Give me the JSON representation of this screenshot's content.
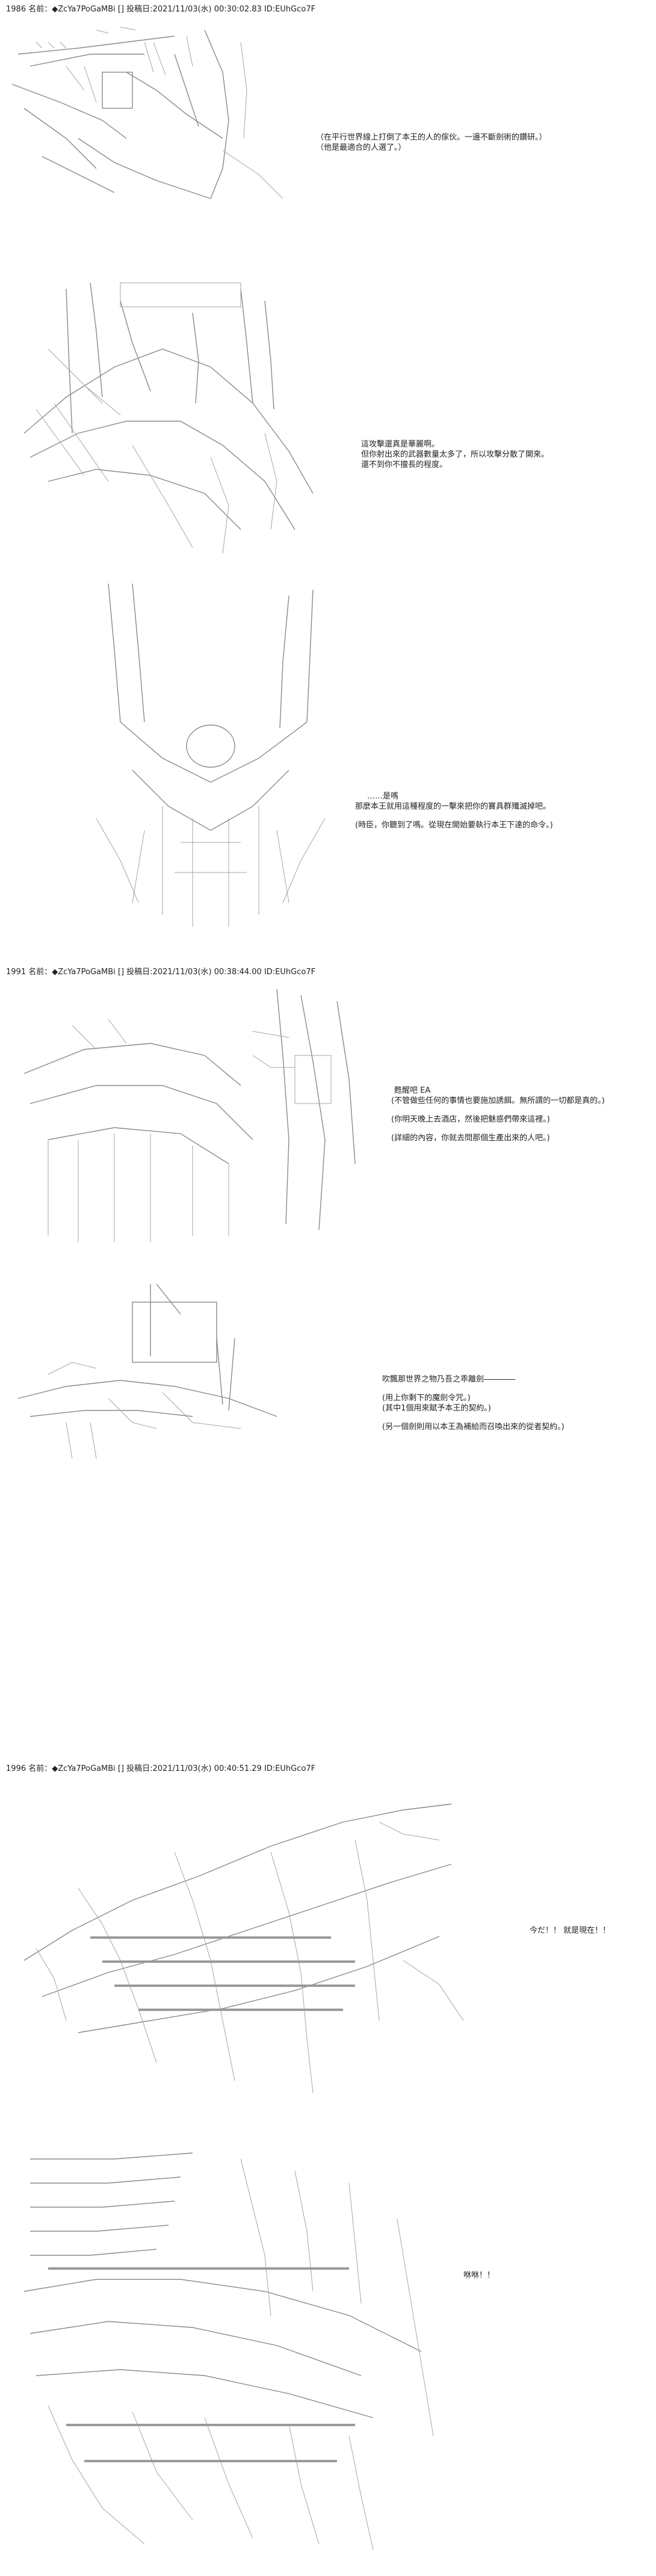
{
  "posts": [
    {
      "header": "1986 名前：◆ZcYa7PoGaMBi [] 投稿日:2021/11/03(水) 00:30:02.83 ID:EUhGco7F",
      "panels": [
        {
          "lines": [
            "（在平行世界線上打倒了本王的人的傢伙。一邊不斷劍術的鑽研。）",
            "（他是最適合的人選了。）"
          ]
        },
        {
          "lines": [
            "這攻擊還真是華麗啊。",
            "但你射出來的武器數量太多了，所以攻擊分散了開來。",
            "還不到你不擅長的程度。"
          ]
        },
        {
          "lines": [
            "……是嗎",
            "那麼本王就用這種程度的一擊來把你的寶具群殲滅掉吧。",
            "(時臣，你聽到了嗎。從現在開始要執行本王下達的命令。)"
          ]
        }
      ]
    },
    {
      "header": "1991 名前：◆ZcYa7PoGaMBi [] 投稿日:2021/11/03(水) 00:38:44.00 ID:EUhGco7F",
      "panels": [
        {
          "lines": [
            "甦醒吧 EA",
            "(不管做些任何的事情也要施加誘餌。無所謂的一切都是真的。)",
            "(你明天晚上去酒店，然後把魅惑們帶來這裡。)",
            "(詳細的內容，你就去問那個生產出來的人吧。)"
          ]
        },
        {
          "lines": [
            "吹飄那世界之物乃吾之乖離劍――――",
            "(用上你剩下的魔劍令咒。)",
            "(其中1個用來賦予本王的契約。)",
            "(另一個劍則用以本王為補給而召喚出來的從者契約。)"
          ]
        }
      ]
    },
    {
      "header": "1996 名前：◆ZcYa7PoGaMBi [] 投稿日:2021/11/03(水) 00:40:51.29 ID:EUhGco7F",
      "panels": [
        {
          "lines": [
            "今だ！！ 就是現在！！"
          ]
        },
        {
          "lines": [
            "咻咻！！"
          ]
        }
      ]
    }
  ]
}
